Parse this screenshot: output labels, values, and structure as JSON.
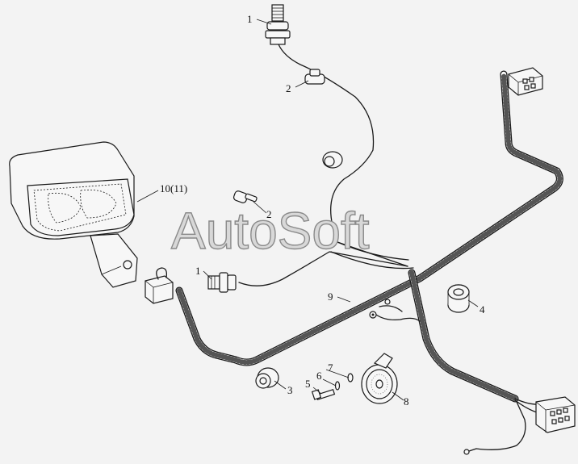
{
  "watermark": "AutoSoft",
  "callouts": {
    "c1_top": "1",
    "c2_top": "2",
    "c10": "10(11)",
    "c2_mid": "2",
    "c1_mid": "1",
    "c9": "9",
    "c4": "4",
    "c7": "7",
    "c6": "6",
    "c5": "5",
    "c3": "3",
    "c8": "8"
  }
}
